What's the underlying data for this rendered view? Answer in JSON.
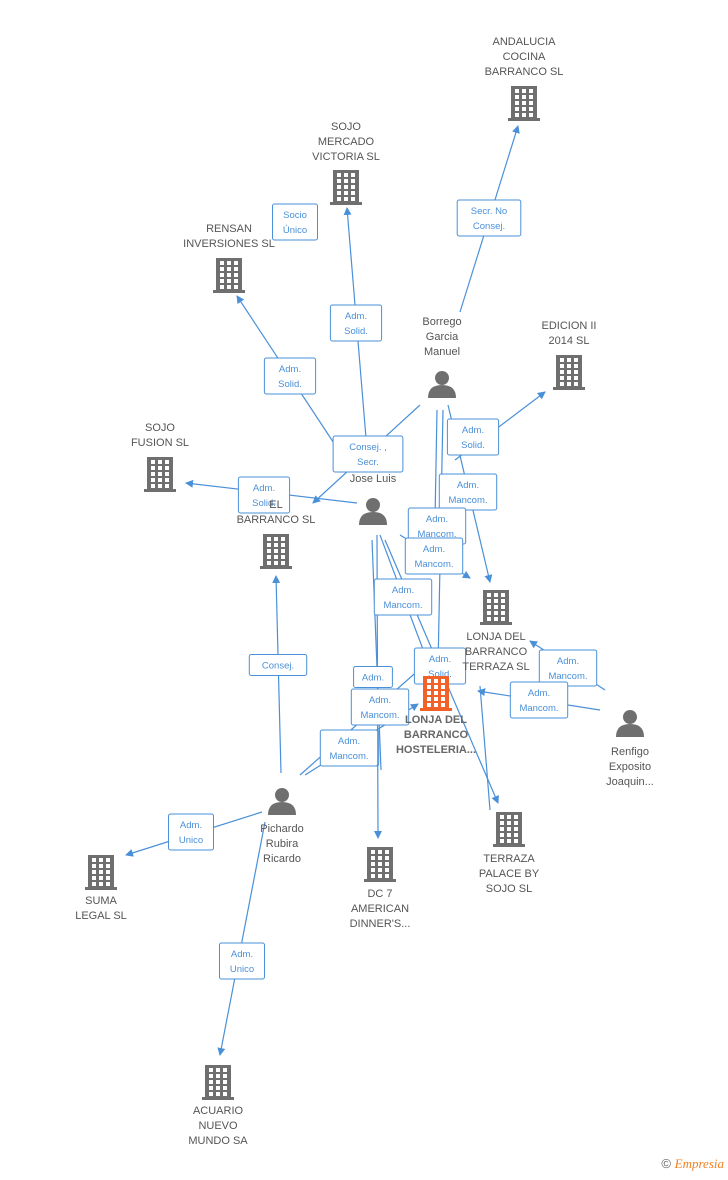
{
  "nodes": [
    {
      "id": "andalucia",
      "type": "company",
      "lines": [
        "ANDALUCIA",
        "COCINA",
        "BARRANCO  SL"
      ]
    },
    {
      "id": "sojo_mercado",
      "type": "company",
      "lines": [
        "SOJO",
        "MERCADO",
        "VICTORIA SL"
      ]
    },
    {
      "id": "rensan",
      "type": "company",
      "lines": [
        "RENSAN",
        "INVERSIONES SL"
      ]
    },
    {
      "id": "borrego",
      "type": "person",
      "lines": [
        "Borrego",
        "Garcia",
        "Manuel"
      ]
    },
    {
      "id": "edicion",
      "type": "company",
      "lines": [
        "EDICION II",
        "2014  SL"
      ]
    },
    {
      "id": "sojo_fusion",
      "type": "company",
      "lines": [
        "SOJO",
        "FUSION SL"
      ]
    },
    {
      "id": "jose_luis",
      "type": "person",
      "lines": [
        "Jose Luis"
      ]
    },
    {
      "id": "del_barranco",
      "type": "company",
      "lines": [
        "EL",
        "BARRANCO  SL"
      ]
    },
    {
      "id": "lonja_terraza",
      "type": "company",
      "lines": [
        "LONJA DEL",
        "BARRANCO",
        "TERRAZA  SL"
      ]
    },
    {
      "id": "lonja_hosteleria",
      "type": "focus",
      "lines": [
        "LONJA DEL",
        "BARRANCO",
        "HOSTELERIA..."
      ]
    },
    {
      "id": "renfigo",
      "type": "person",
      "lines": [
        "Renfigo",
        "Exposito",
        "Joaquin..."
      ]
    },
    {
      "id": "pichardo",
      "type": "person",
      "lines": [
        "Pichardo",
        "Rubira",
        "Ricardo"
      ]
    },
    {
      "id": "terraza_palace",
      "type": "company",
      "lines": [
        "TERRAZA",
        "PALACE BY",
        "SOJO  SL"
      ]
    },
    {
      "id": "dc7",
      "type": "company",
      "lines": [
        "DC 7",
        "AMERICAN",
        "DINNER'S..."
      ]
    },
    {
      "id": "suma",
      "type": "company",
      "lines": [
        "SUMA",
        "LEGAL SL"
      ]
    },
    {
      "id": "acuario",
      "type": "company",
      "lines": [
        "ACUARIO",
        "NUEVO",
        "MUNDO SA"
      ]
    }
  ],
  "edges": [
    {
      "from": "borrego",
      "to": "andalucia",
      "label": [
        "Secr. No",
        "Consej."
      ]
    },
    {
      "from": "jose_luis",
      "to": "sojo_mercado",
      "label": [
        "Adm.",
        "Solid."
      ]
    },
    {
      "from": "jose_luis",
      "to": "rensan",
      "label": [
        "Adm.",
        "Solid."
      ]
    },
    {
      "from": "borrego",
      "to": "del_barranco",
      "label": [
        "Consej. ,",
        "Secr."
      ]
    },
    {
      "from": "jose_luis",
      "to": "edicion",
      "label": [
        "Adm.",
        "Solid."
      ]
    },
    {
      "from": "jose_luis",
      "to": "sojo_fusion",
      "label": [
        "Adm.",
        "Solid."
      ]
    },
    {
      "from": "borrego",
      "to": "lonja_terraza",
      "label": [
        "Adm.",
        "Mancom."
      ]
    },
    {
      "from": "jose_luis",
      "to": "lonja_terraza",
      "label": [
        "Adm.",
        "Mancom."
      ]
    },
    {
      "from": "borrego",
      "to": "lonja_hosteleria",
      "label": [
        "Adm.",
        "Solid."
      ]
    },
    {
      "from": "jose_luis",
      "to": "lonja_hosteleria",
      "label": [
        "Adm.",
        "Mancom."
      ]
    },
    {
      "from": "renfigo",
      "to": "lonja_terraza",
      "label": [
        "Adm.",
        "Mancom."
      ]
    },
    {
      "from": "renfigo",
      "to": "lonja_hosteleria",
      "label": [
        "Adm.",
        "Mancom."
      ]
    },
    {
      "from": "pichardo",
      "to": "del_barranco",
      "label": [
        "Consej."
      ]
    },
    {
      "from": "pichardo",
      "to": "lonja_hosteleria",
      "label": [
        "Adm.",
        "Mancom."
      ]
    },
    {
      "from": "jose_luis",
      "to": "dc7",
      "label": [
        "Adm.",
        "Mancom."
      ]
    },
    {
      "from": "jose_luis",
      "to": "terraza_palace",
      "label": []
    },
    {
      "from": "pichardo",
      "to": "suma",
      "label": [
        "Adm.",
        "Unico"
      ]
    },
    {
      "from": "pichardo",
      "to": "acuario",
      "label": [
        "Adm.",
        "Unico"
      ]
    }
  ],
  "extra_labels": [
    {
      "id": "socio_unico",
      "label": [
        "Socio",
        "Único"
      ]
    },
    {
      "id": "adm_mancom_top",
      "label": [
        "Adm.",
        "Mancom."
      ]
    },
    {
      "id": "adm_lonja_left",
      "label": [
        "Adm."
      ]
    },
    {
      "id": "adm_mancom_pich",
      "label": [
        "Adm.",
        "Mancom."
      ]
    }
  ],
  "colors": {
    "edge": "#4a90d9",
    "company_icon": "#6f6f6f",
    "focus_icon": "#f0622a",
    "person_icon": "#6f6f6f"
  },
  "copyright": {
    "symbol": "©",
    "brand": "Empresia"
  }
}
